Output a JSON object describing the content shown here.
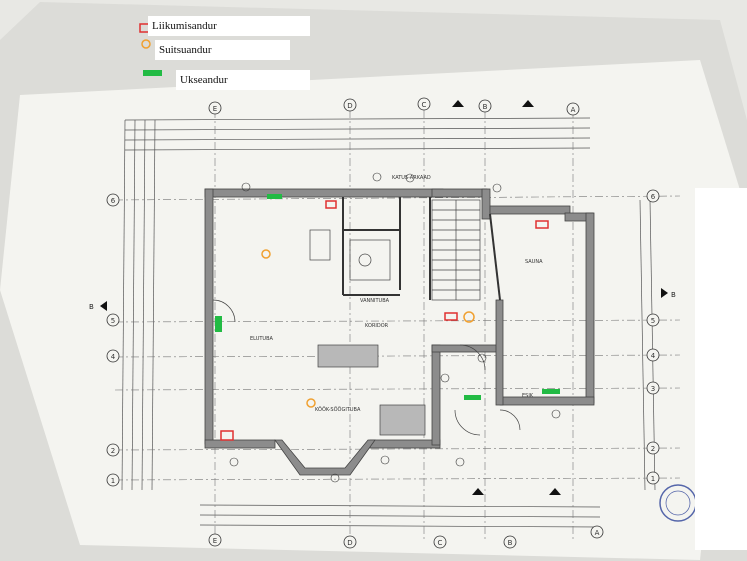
{
  "legend": {
    "motion": {
      "label": "Liikumisandur",
      "color": "#e03030"
    },
    "smoke": {
      "label": "Suitsuandur",
      "color": "#f0a030"
    },
    "door": {
      "label": "Ukseandur",
      "color": "#22bb44"
    }
  },
  "plan": {
    "room_labels": {
      "living": "ELUTUBA",
      "kitchen": "KÖÖK-SÖÖGITUBA",
      "sauna": "SAUNA",
      "corridor": "KORIDOR",
      "wc": "VANNITUBA",
      "entrance": "ESIK",
      "terrace": "KATUS-ARKAAD"
    },
    "axis_letters": [
      "A",
      "B",
      "C",
      "D",
      "E"
    ],
    "axis_numbers": [
      "1",
      "2",
      "3",
      "4",
      "5",
      "6"
    ],
    "section_label": "B"
  }
}
